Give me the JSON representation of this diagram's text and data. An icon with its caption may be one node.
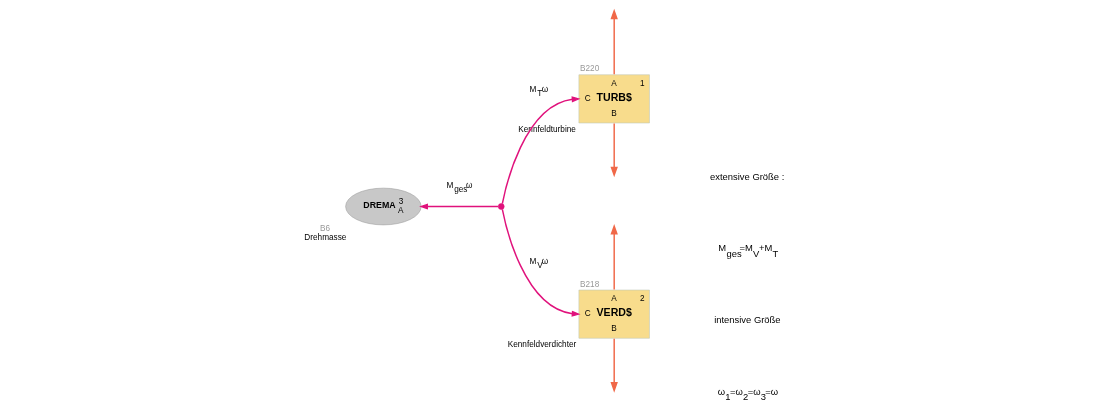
{
  "diagram": {
    "nodes": [
      {
        "text": [
          "DREMA",
          "3",
          "A"
        ],
        "beside": [
          "B6",
          "Drehmasse"
        ]
      },
      {
        "text": [],
        "shape": "circle"
      },
      {
        "text": [
          "1",
          "A",
          "C",
          "TURB$",
          "B"
        ],
        "beside": [
          "B220",
          "Kennfeldturbine"
        ]
      },
      {
        "text": [
          "2",
          "A",
          "C",
          "VERD$",
          "B"
        ],
        "beside": [
          "B218",
          "Kennfeldverdichter"
        ]
      }
    ],
    "edges": [
      {
        "from": 1,
        "to": 0,
        "arrow": "to",
        "label": "M$_{ges}$ω"
      },
      {
        "from": 1,
        "to": 2,
        "arrow": "to",
        "label": "M$_{T}$ω"
      },
      {
        "from": 1,
        "to": 3,
        "arrow": "to",
        "label": "M$_{V}$ω"
      },
      {
        "from": 2,
        "to": null,
        "arrow": "to",
        "color": "#f06848"
      },
      {
        "from": 2,
        "to": null,
        "arrow": "to",
        "color": "#f06848"
      },
      {
        "from": 3,
        "to": null,
        "arrow": "to",
        "color": "#f06848"
      },
      {
        "from": 3,
        "to": null,
        "arrow": "to",
        "color": "#f06848"
      }
    ],
    "labels": [
      "extensive Größe :",
      "M$_{ges}$=M$_{V}$+M$_{T}$",
      "intensive Größe",
      "ω$_{1}$=ω$_{2}$=ω$_{3}$=ω"
    ]
  }
}
